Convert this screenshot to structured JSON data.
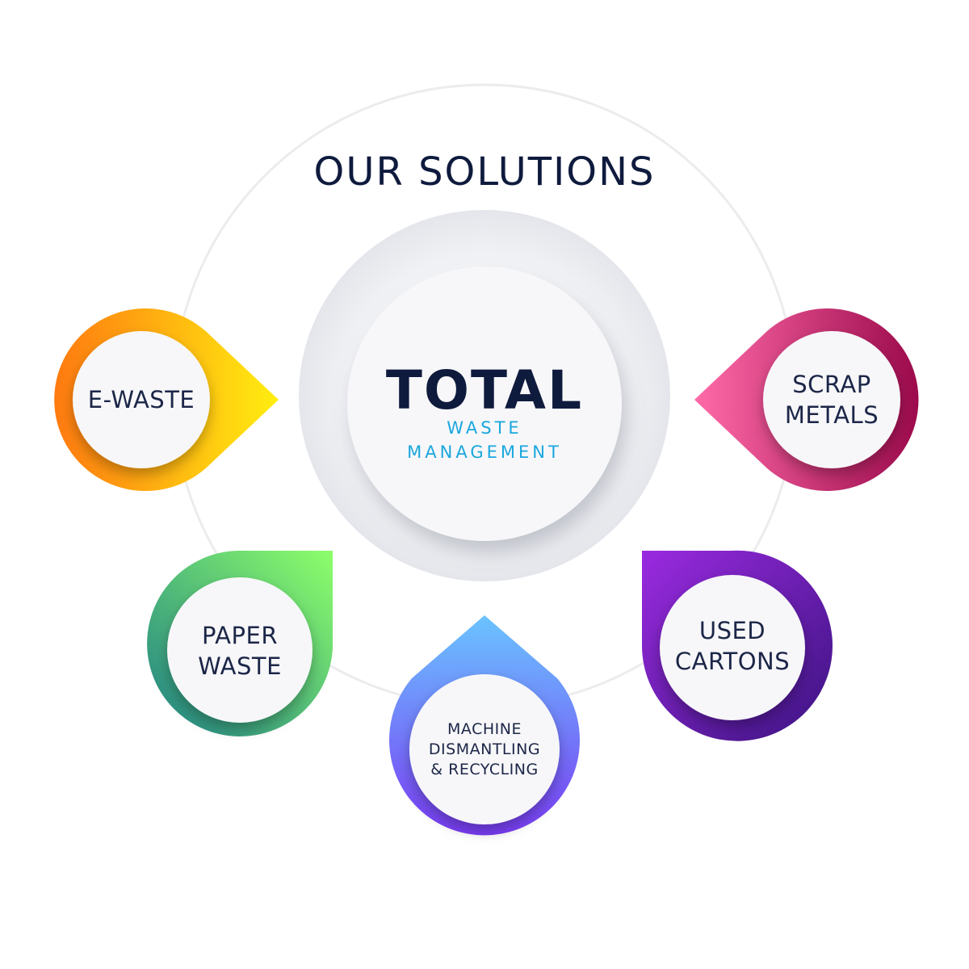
{
  "title": "OUR SOLUTIONS",
  "center": {
    "brand": "TOTAL",
    "line1": "WASTE",
    "line2": "MANAGEMENT",
    "brand_color": "#0f1b3d",
    "sub_color": "#1aa7dd"
  },
  "nodes": [
    {
      "lines": [
        "E-WASTE"
      ],
      "gradient": [
        "#ff7a10",
        "#ffee10"
      ]
    },
    {
      "lines": [
        "SCRAP",
        "METALS"
      ],
      "gradient": [
        "#ff6aa8",
        "#9c0a4c"
      ]
    },
    {
      "lines": [
        "PAPER",
        "WASTE"
      ],
      "gradient": [
        "#8dff6a",
        "#1e7f86"
      ]
    },
    {
      "lines": [
        "MACHINE",
        "DISMANTLING",
        "& RECYCLING"
      ],
      "gradient": [
        "#6ac4ff",
        "#7a3cf5"
      ]
    },
    {
      "lines": [
        "USED",
        "CARTONS"
      ],
      "gradient": [
        "#9a2ae0",
        "#3b1380"
      ]
    }
  ]
}
